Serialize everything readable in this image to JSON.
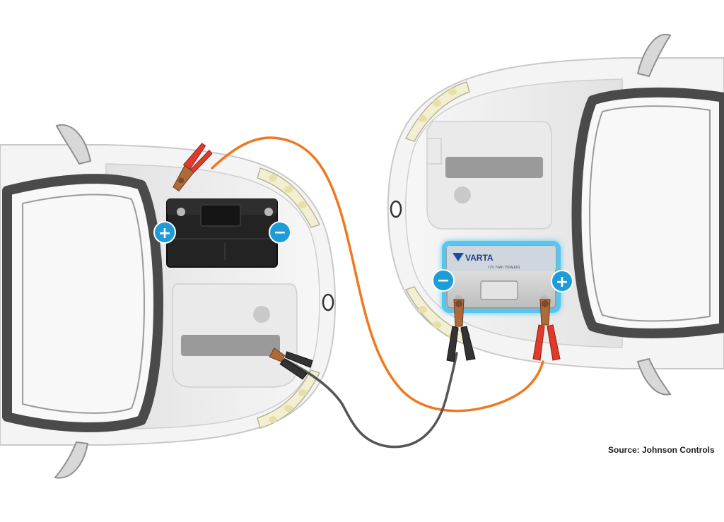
{
  "diagram": {
    "source_credit": "Source: Johnson Controls",
    "positive_symbol": "+",
    "negative_symbol": "−",
    "booster_battery_brand": "VARTA",
    "booster_battery_spec": "12V 74Ah 750A(EN)",
    "colors": {
      "positive_cable": "#f0781e",
      "negative_cable": "#555555",
      "terminal_badge": "#1e9cd7",
      "red_clamp": "#e03a2a",
      "black_clamp": "#333333",
      "car_body": "#f3f3f3",
      "glass_frame": "#4a4a4a",
      "battery_glow": "#56c6ee"
    },
    "icons": [
      "plus-icon",
      "minus-icon",
      "clamp-icon"
    ]
  }
}
